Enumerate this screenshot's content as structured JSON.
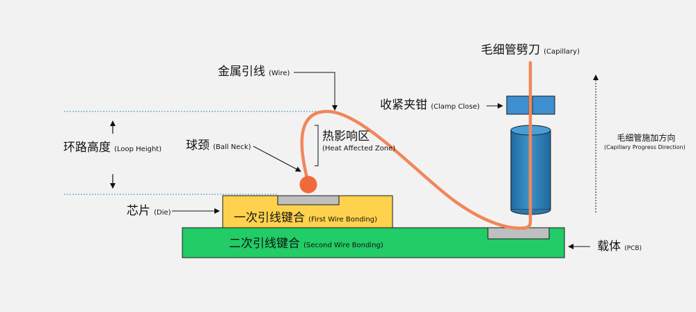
{
  "labels": {
    "capillary": {
      "cn": "毛细管劈刀",
      "en": "(Capillary)"
    },
    "wire": {
      "cn": "金属引线",
      "en": "(Wire)"
    },
    "clamp": {
      "cn": "收紧夹钳",
      "en": "(Clamp Close)"
    },
    "progress": {
      "cn": "毛细管施加方向",
      "en": "(Capillary Progress Direction)"
    },
    "loop_height": {
      "cn": "环路高度",
      "en": "(Loop Height)"
    },
    "ball_neck": {
      "cn": "球颈",
      "en": "(Ball Neck)"
    },
    "haz": {
      "cn": "热影响区",
      "en": "(Heat Affected Zone)"
    },
    "die": {
      "cn": "芯片",
      "en": "(Die)"
    },
    "first_bond": {
      "cn": "一次引线键合",
      "en": "(First Wire Bonding)"
    },
    "second_bond": {
      "cn": "二次引线键合",
      "en": "(Second Wire Bonding)"
    },
    "pcb": {
      "cn": "载体",
      "en": "(PCB)"
    }
  },
  "colors": {
    "background": "#f2f2f2",
    "pcb": "#22cc66",
    "die": "#ffd24d",
    "wire": "#f0875a",
    "ball": "#f06a3a",
    "pad": "#bfbfbf",
    "clamp": "#3d8fd0",
    "capillary": "#2e7fb8",
    "dotted_line": "#4a8fb8"
  }
}
